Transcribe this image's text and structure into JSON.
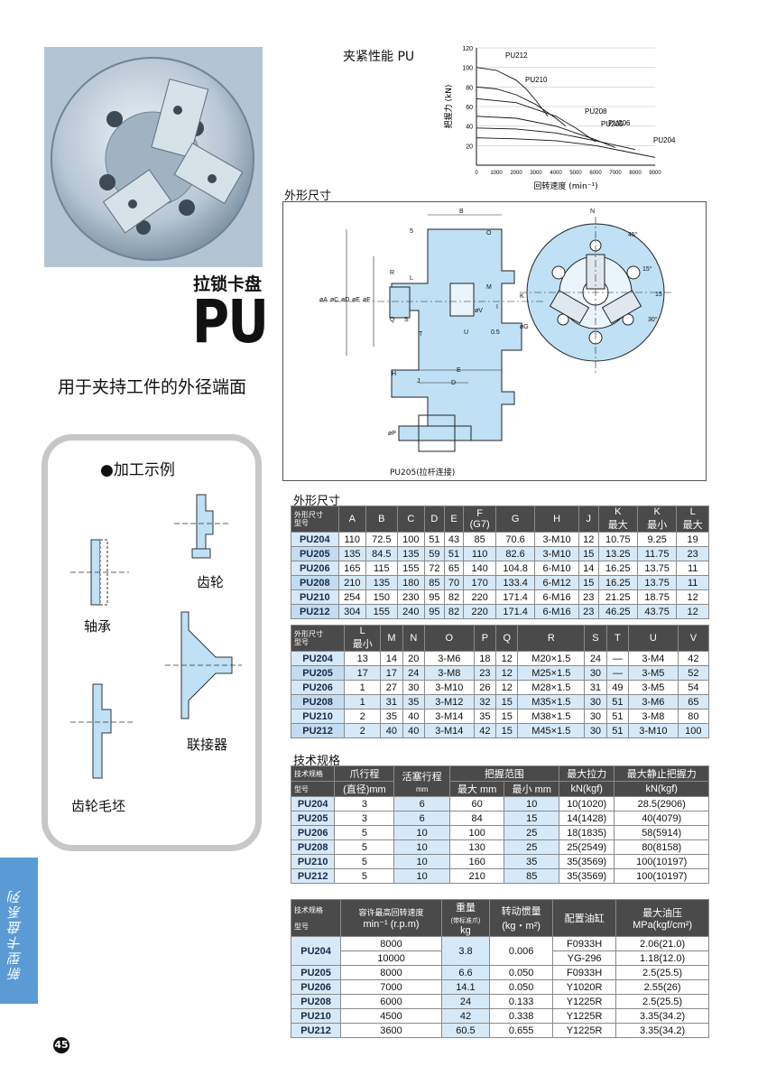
{
  "product": {
    "title_cn": "拉锁卡盘",
    "model": "PU",
    "subtitle": "用于夹持工件的外径端面"
  },
  "examples": {
    "title": "●加工示例",
    "items": [
      "轴承",
      "齿轮",
      "联接器",
      "齿轮毛坯"
    ]
  },
  "sidebar": {
    "label": "新型卡盘系列",
    "page_number": "45"
  },
  "sections": {
    "performance": "夹紧性能 PU",
    "dimensions_diagram": "外形尺寸",
    "dimensions_table": "外形尺寸",
    "specs": "技术规格",
    "diagram_caption": "PU205(拉杆连接)"
  },
  "chart_data": {
    "type": "line",
    "title": "",
    "xlabel": "回转速度 (min⁻¹)",
    "ylabel": "把握力 (kN)",
    "xlim": [
      0,
      9000
    ],
    "ylim": [
      0,
      120
    ],
    "xticks": [
      0,
      1000,
      2000,
      3000,
      4000,
      5000,
      6000,
      7000,
      8000,
      9000
    ],
    "yticks": [
      20,
      40,
      60,
      80,
      100,
      120
    ],
    "series": [
      {
        "name": "PU212",
        "x": [
          0,
          1000,
          2000,
          2500,
          3000,
          3600
        ],
        "y": [
          100,
          97,
          87,
          78,
          66,
          50
        ]
      },
      {
        "name": "PU210",
        "x": [
          0,
          1000,
          2000,
          3000,
          4000,
          4500
        ],
        "y": [
          80,
          78,
          72,
          62,
          48,
          40
        ]
      },
      {
        "name": "PU208",
        "x": [
          0,
          2000,
          4000,
          5000,
          6000
        ],
        "y": [
          68,
          64,
          50,
          38,
          24
        ]
      },
      {
        "name": "PU206",
        "x": [
          0,
          2000,
          4000,
          6000,
          7000
        ],
        "y": [
          50,
          48,
          40,
          26,
          18
        ]
      },
      {
        "name": "PU205",
        "x": [
          0,
          2000,
          4000,
          6000,
          8000
        ],
        "y": [
          38,
          37,
          33,
          25,
          16
        ]
      },
      {
        "name": "PU204",
        "x": [
          0,
          2000,
          4000,
          6000,
          8000,
          9000
        ],
        "y": [
          28,
          27,
          25,
          20,
          12,
          8
        ]
      }
    ],
    "axis_ticks": {
      "x": [
        "0",
        "1000",
        "2000",
        "3000",
        "4000",
        "5000",
        "6000",
        "7000",
        "8000",
        "9000"
      ],
      "y": [
        "20",
        "40",
        "60",
        "80",
        "100",
        "120"
      ]
    }
  },
  "diagram_labels": [
    "B",
    "N",
    "5",
    "O",
    "R",
    "L",
    "M",
    "K",
    "øA",
    "øC",
    "øD",
    "øE",
    "øF",
    "I",
    "øV",
    "H",
    "Q",
    "S",
    "T",
    "U",
    "0.5",
    "øG",
    "E",
    "J",
    "D",
    "45°",
    "15°",
    "15",
    "30°",
    "øP"
  ],
  "dim_table_1": {
    "headers": [
      "外形尺寸\n型号",
      "A",
      "B",
      "C",
      "D",
      "E",
      "F\n(G7)",
      "G",
      "H",
      "J",
      "K\n最大",
      "K\n最小",
      "L\n最大"
    ],
    "rows": [
      [
        "PU204",
        "110",
        "72.5",
        "100",
        "51",
        "43",
        "85",
        "70.6",
        "3-M10",
        "12",
        "10.75",
        "9.25",
        "19"
      ],
      [
        "PU205",
        "135",
        "84.5",
        "135",
        "59",
        "51",
        "110",
        "82.6",
        "3-M10",
        "15",
        "13.25",
        "11.75",
        "23"
      ],
      [
        "PU206",
        "165",
        "115",
        "155",
        "72",
        "65",
        "140",
        "104.8",
        "6-M10",
        "14",
        "16.25",
        "13.75",
        "11"
      ],
      [
        "PU208",
        "210",
        "135",
        "180",
        "85",
        "70",
        "170",
        "133.4",
        "6-M12",
        "15",
        "16.25",
        "13.75",
        "11"
      ],
      [
        "PU210",
        "254",
        "150",
        "230",
        "95",
        "82",
        "220",
        "171.4",
        "6-M16",
        "23",
        "21.25",
        "18.75",
        "12"
      ],
      [
        "PU212",
        "304",
        "155",
        "240",
        "95",
        "82",
        "220",
        "171.4",
        "6-M16",
        "23",
        "46.25",
        "43.75",
        "12"
      ]
    ]
  },
  "dim_table_2": {
    "headers": [
      "外形尺寸\n型号",
      "L\n最小",
      "M",
      "N",
      "O",
      "P",
      "Q",
      "R",
      "S",
      "T",
      "U",
      "V"
    ],
    "rows": [
      [
        "PU204",
        "13",
        "14",
        "20",
        "3-M6",
        "18",
        "12",
        "M20×1.5",
        "24",
        "—",
        "3-M4",
        "42"
      ],
      [
        "PU205",
        "17",
        "17",
        "24",
        "3-M8",
        "23",
        "12",
        "M25×1.5",
        "30",
        "—",
        "3-M5",
        "52"
      ],
      [
        "PU206",
        "1",
        "27",
        "30",
        "3-M10",
        "26",
        "12",
        "M28×1.5",
        "31",
        "49",
        "3-M5",
        "54"
      ],
      [
        "PU208",
        "1",
        "31",
        "35",
        "3-M12",
        "32",
        "15",
        "M35×1.5",
        "30",
        "51",
        "3-M6",
        "65"
      ],
      [
        "PU210",
        "2",
        "35",
        "40",
        "3-M14",
        "35",
        "15",
        "M38×1.5",
        "30",
        "51",
        "3-M8",
        "80"
      ],
      [
        "PU212",
        "2",
        "40",
        "40",
        "3-M14",
        "42",
        "15",
        "M45×1.5",
        "30",
        "51",
        "3-M10",
        "100"
      ]
    ]
  },
  "spec_table_1": {
    "h_label1": "技术规格",
    "h_label2": "型号",
    "h_stroke": "爪行程",
    "h_stroke_unit": "(直径)mm",
    "h_piston": "活塞行程",
    "h_piston_unit": "mm",
    "h_grip": "把握范围",
    "h_grip_max": "最大 mm",
    "h_grip_min": "最小 mm",
    "h_pull": "最大拉力",
    "h_pull_unit": "kN(kgf)",
    "h_static": "最大静止把握力",
    "h_static_unit": "kN(kgf)",
    "rows": [
      [
        "PU204",
        "3",
        "6",
        "60",
        "10",
        "10(1020)",
        "28.5(2906)"
      ],
      [
        "PU205",
        "3",
        "6",
        "84",
        "15",
        "14(1428)",
        "40(4079)"
      ],
      [
        "PU206",
        "5",
        "10",
        "100",
        "25",
        "18(1835)",
        "58(5914)"
      ],
      [
        "PU208",
        "5",
        "10",
        "130",
        "25",
        "25(2549)",
        "80(8158)"
      ],
      [
        "PU210",
        "5",
        "10",
        "160",
        "35",
        "35(3569)",
        "100(10197)"
      ],
      [
        "PU212",
        "5",
        "10",
        "210",
        "85",
        "35(3569)",
        "100(10197)"
      ]
    ]
  },
  "spec_table_2": {
    "h_label1": "技术规格",
    "h_label2": "型号",
    "h_speed": "容许最高回转速度",
    "h_speed_unit": "min⁻¹ (r.p.m)",
    "h_weight": "重量",
    "h_weight_note": "(带标准爪)",
    "h_weight_unit": "kg",
    "h_inertia": "转动惯量",
    "h_inertia_unit": "(kg・m²)",
    "h_cyl": "配置油缸",
    "h_press": "最大油压",
    "h_press_unit": "MPa(kgf/cm²)",
    "pu204": {
      "model": "PU204",
      "speed1": "8000",
      "speed2": "10000",
      "weight": "3.8",
      "inertia": "0.006",
      "cyl1": "F0933H",
      "cyl2": "YG-296",
      "press1": "2.06(21.0)",
      "press2": "1.18(12.0)"
    },
    "rows": [
      [
        "PU205",
        "8000",
        "6.6",
        "0.050",
        "F0933H",
        "2.5(25.5)"
      ],
      [
        "PU206",
        "7000",
        "14.1",
        "0.050",
        "Y1020R",
        "2.55(26)"
      ],
      [
        "PU208",
        "6000",
        "24",
        "0.133",
        "Y1225R",
        "2.5(25.5)"
      ],
      [
        "PU210",
        "4500",
        "42",
        "0.338",
        "Y1225R",
        "3.35(34.2)"
      ],
      [
        "PU212",
        "3600",
        "60.5",
        "0.655",
        "Y1225R",
        "3.35(34.2)"
      ]
    ]
  },
  "colors": {
    "accent": "#5b9bd5",
    "table_header": "#4a4a4a",
    "row_tint": "#d6e9f8",
    "part_fill": "#bfe0f5"
  }
}
